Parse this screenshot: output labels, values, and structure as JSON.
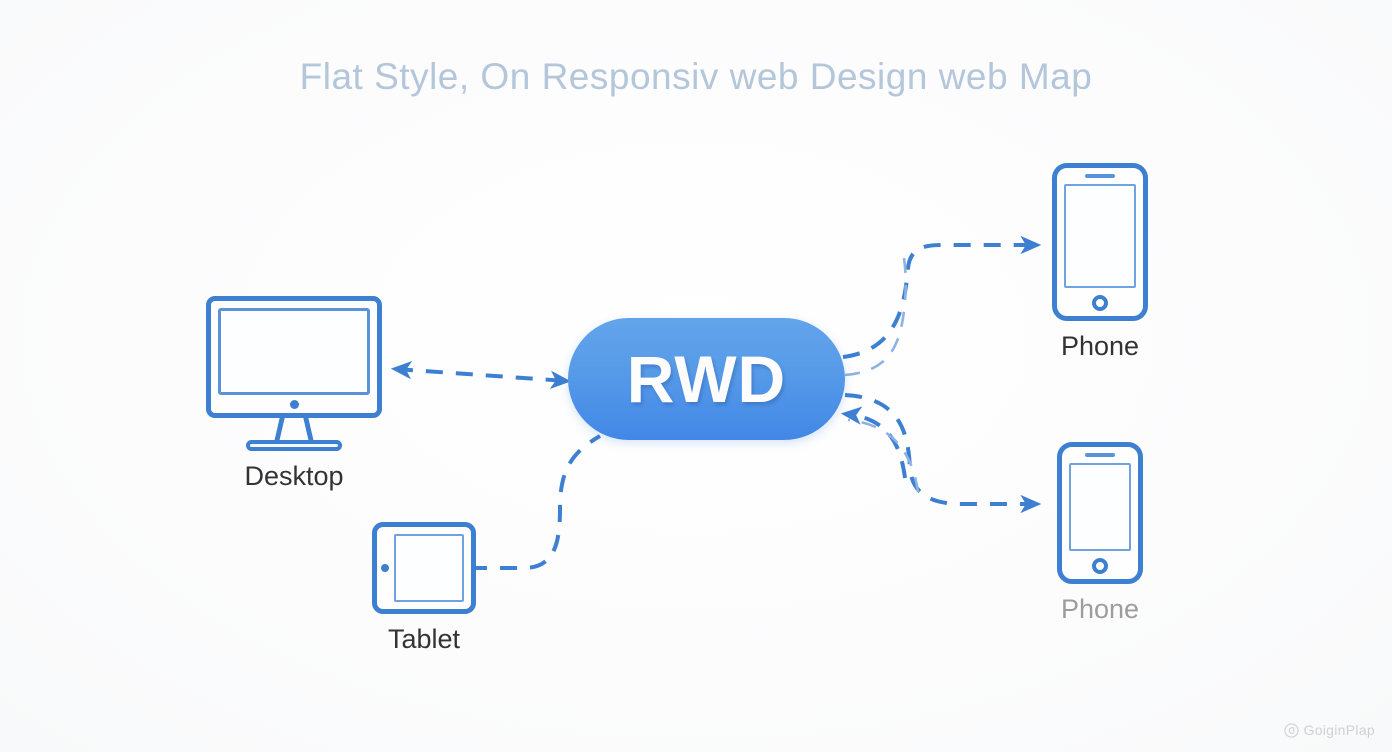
{
  "page": {
    "title": "Flat Style, On Responsiv web Design web Map",
    "background_color": "#fdfdfd",
    "title_color": "#b4c6da",
    "accent_color": "#3d7fd0",
    "node_fill_top": "#63a4ea",
    "node_fill_bottom": "#4287e6"
  },
  "center_node": {
    "label": "RWD",
    "label_color": "#fdfdfd"
  },
  "nodes": [
    {
      "id": "desktop",
      "label": "Desktop",
      "icon": "desktop-monitor-icon",
      "label_color": "#333336"
    },
    {
      "id": "phone-top",
      "label": "Phone",
      "icon": "smartphone-icon",
      "label_color": "#333336"
    },
    {
      "id": "phone-bottom",
      "label": "Phone",
      "icon": "smartphone-icon",
      "label_color": "#9d9d9f"
    },
    {
      "id": "tablet",
      "label": "Tablet",
      "icon": "tablet-icon",
      "label_color": "#333336"
    }
  ],
  "connectors": [
    {
      "id": "desktop-rwd",
      "from": "desktop",
      "to": "center_node",
      "style": "dashed",
      "direction": "both"
    },
    {
      "id": "rwd-phone-top",
      "from": "center_node",
      "to": "phone-top",
      "style": "dashed",
      "direction": "forward"
    },
    {
      "id": "rwd-phone-bottom",
      "from": "center_node",
      "to": "phone-bottom",
      "style": "dashed",
      "direction": "forward"
    },
    {
      "id": "phone-bottom-rwd",
      "from": "phone-bottom",
      "to": "center_node",
      "style": "dashed",
      "direction": "forward"
    },
    {
      "id": "tablet-rwd",
      "from": "tablet",
      "to": "center_node",
      "style": "dashed",
      "direction": "none"
    }
  ],
  "watermark": {
    "text": "GoiginPlap",
    "icon": "watermark-badge-icon"
  }
}
